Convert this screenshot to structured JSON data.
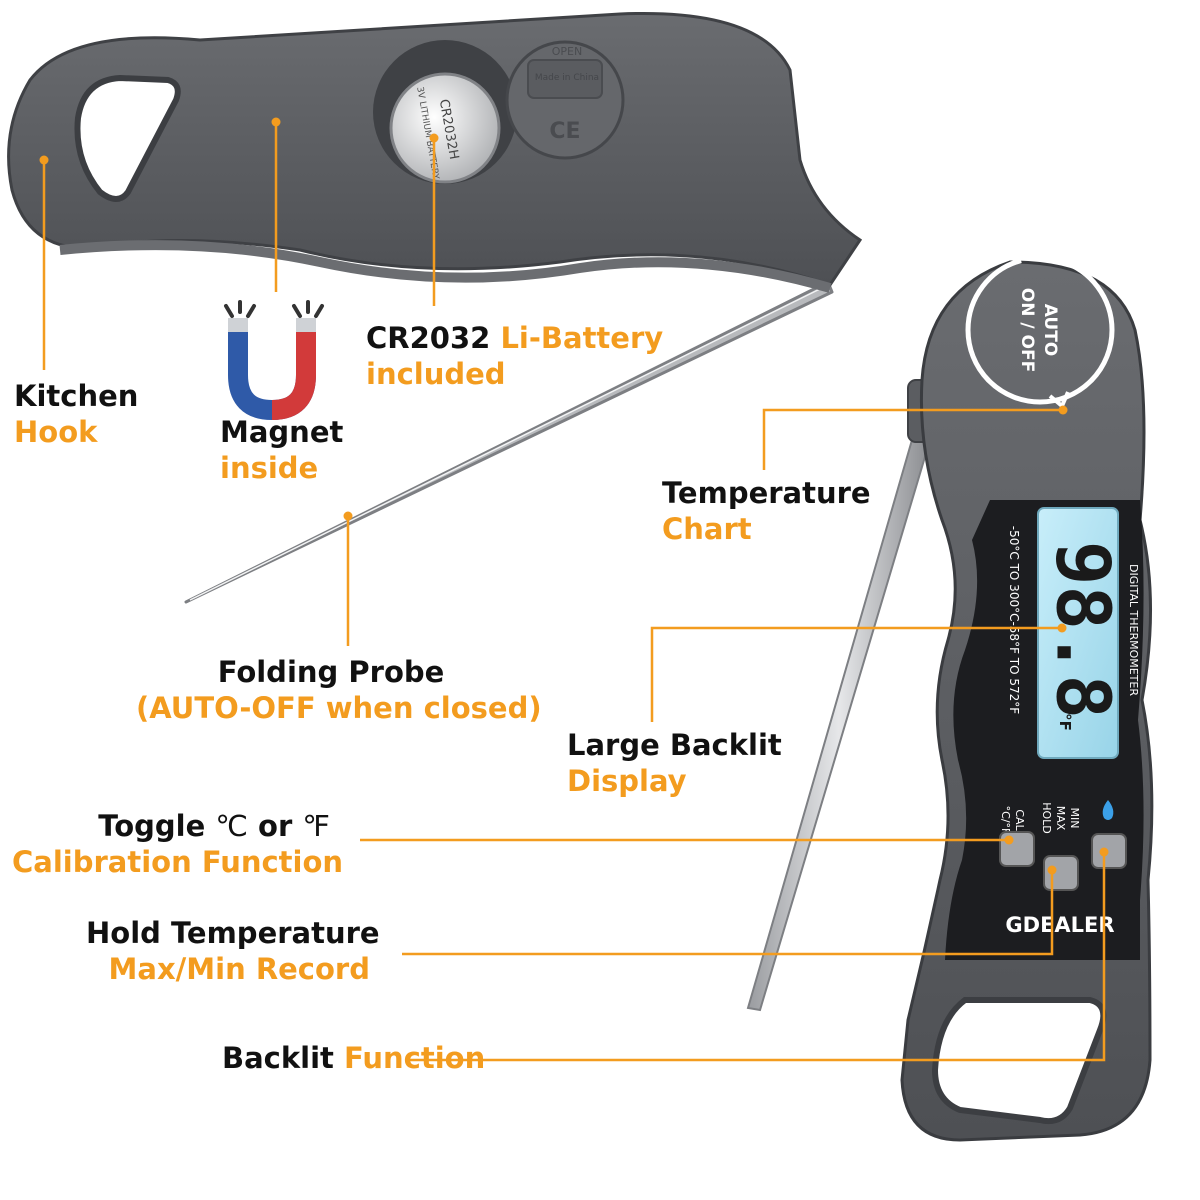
{
  "colors": {
    "accent": "#f39c1f",
    "text": "#111111",
    "body_gray": "#5e6064",
    "body_dark": "#3c3e42",
    "lcd": "#b4e4f2",
    "magnet_red": "#d23a3a",
    "magnet_blue": "#2f5aa8"
  },
  "callouts": {
    "kitchen_hook": {
      "line1": "Kitchen",
      "line2": "Hook"
    },
    "magnet": {
      "line1": "Magnet",
      "line2": "inside"
    },
    "battery": {
      "line1a": "CR2032",
      "line1b": "Li-Battery",
      "line2": "included"
    },
    "folding_probe": {
      "line1": "Folding Probe",
      "line2": "(AUTO-OFF when closed)"
    },
    "temperature_chart": {
      "line1": "Temperature",
      "line2": "Chart"
    },
    "display": {
      "line1": "Large Backlit",
      "line2": "Display"
    },
    "toggle": {
      "line1a": "Toggle",
      "unit_c": "℃",
      "line1b": "or",
      "unit_f": "℉",
      "line2": "Calibration Function"
    },
    "hold": {
      "line1": "Hold Temperature",
      "line2": "Max/Min Record"
    },
    "backlit": {
      "line1a": "Backlit",
      "line1b": "Function"
    }
  },
  "device": {
    "power_label_1": "AUTO",
    "power_label_2": "ON / OFF",
    "range_text": "-50°C  TO  300°C-58°F  TO  572°F",
    "model_text": "DIGITAL  THERMOMETER",
    "lcd_digits": "98.8",
    "lcd_unit": "°F",
    "btn_left_label_1": "°C/°F",
    "btn_left_label_2": "CAL",
    "btn_mid_label_1": "HOLD",
    "btn_mid_label_2": "MAX",
    "btn_mid_label_3": "MIN",
    "brand": "GDEALER",
    "battery_text_1": "CR2032H",
    "battery_text_2": "3V LITHIUM BATTERY",
    "cap_text_1": "OPEN",
    "cap_text_2": "Made in China",
    "cap_mark": "CE"
  }
}
